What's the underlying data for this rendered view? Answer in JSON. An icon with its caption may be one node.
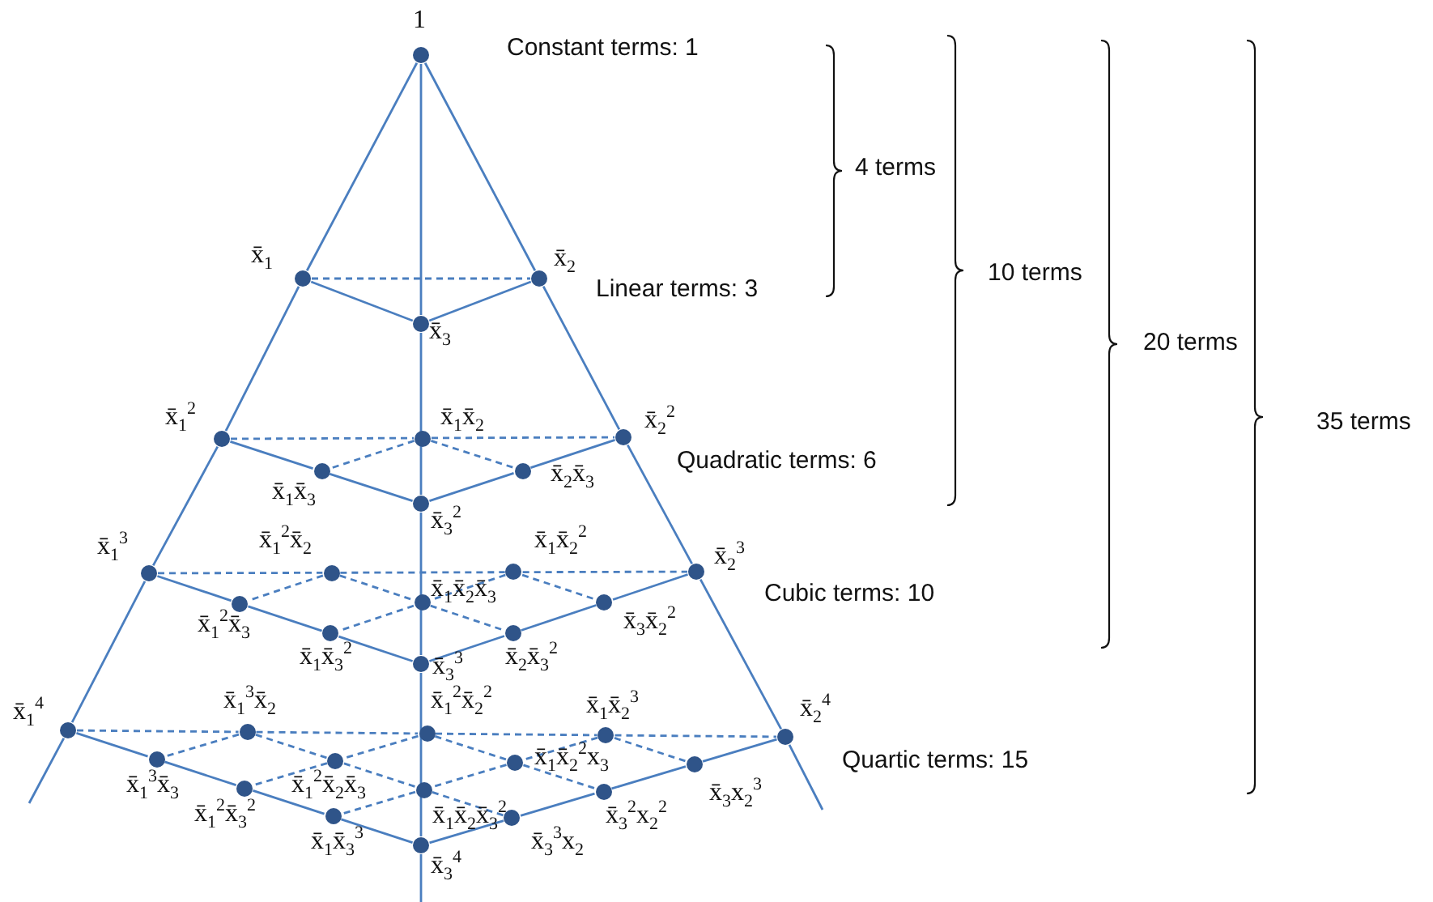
{
  "diagram": {
    "nodes": [
      {
        "text": [],
        "shape": "circle",
        "beside": [
          "1"
        ]
      },
      {
        "text": [],
        "shape": "circle",
        "beside": [
          "x̄$_{1}$"
        ]
      },
      {
        "text": [],
        "shape": "circle",
        "beside": [
          "x̄$_{2}$"
        ]
      },
      {
        "text": [],
        "shape": "circle",
        "beside": [
          "x̄$_{3}$"
        ]
      },
      {
        "text": [],
        "shape": "circle",
        "beside": [
          "x̄$_{1}$$^{2}$"
        ]
      },
      {
        "text": [],
        "shape": "circle",
        "beside": [
          "x̄$_{1}$x̄$_{2}$"
        ]
      },
      {
        "text": [],
        "shape": "circle",
        "beside": [
          "x̄$_{2}$$^{2}$"
        ]
      },
      {
        "text": [],
        "shape": "circle",
        "beside": [
          "x̄$_{1}$x̄$_{3}$"
        ]
      },
      {
        "text": [],
        "shape": "circle",
        "beside": [
          "x̄$_{2}$x̄$_{3}$"
        ]
      },
      {
        "text": [],
        "shape": "circle",
        "beside": [
          "x̄$_{3}$$^{2}$"
        ]
      },
      {
        "text": [],
        "shape": "circle",
        "beside": [
          "x̄$_{1}$$^{3}$"
        ]
      },
      {
        "text": [],
        "shape": "circle",
        "beside": [
          "x̄$_{1}$$^{2}$x̄$_{2}$"
        ]
      },
      {
        "text": [],
        "shape": "circle",
        "beside": [
          "x̄$_{1}$x̄$_{2}$$^{2}$"
        ]
      },
      {
        "text": [],
        "shape": "circle",
        "beside": [
          "x̄$_{2}$$^{3}$"
        ]
      },
      {
        "text": [],
        "shape": "circle",
        "beside": [
          "x̄$_{1}$$^{2}$x̄$_{3}$"
        ]
      },
      {
        "text": [],
        "shape": "circle",
        "beside": [
          "x̄$_{1}$x̄$_{2}$x̄$_{3}$"
        ]
      },
      {
        "text": [],
        "shape": "circle",
        "beside": [
          "x̄$_{3}$x̄$_{2}$$^{2}$"
        ]
      },
      {
        "text": [],
        "shape": "circle",
        "beside": [
          "x̄$_{1}$x̄$_{3}$$^{2}$"
        ]
      },
      {
        "text": [],
        "shape": "circle",
        "beside": [
          "x̄$_{2}$x̄$_{3}$$^{2}$"
        ]
      },
      {
        "text": [],
        "shape": "circle",
        "beside": [
          "x̄$_{3}$$^{3}$"
        ]
      },
      {
        "text": [],
        "shape": "circle",
        "beside": [
          "x̄$_{1}$$^{4}$"
        ]
      },
      {
        "text": [],
        "shape": "circle",
        "beside": [
          "x̄$_{1}$$^{3}$x̄$_{2}$"
        ]
      },
      {
        "text": [],
        "shape": "circle",
        "beside": [
          "x̄$_{1}$$^{2}$x̄$_{2}$$^{2}$"
        ]
      },
      {
        "text": [],
        "shape": "circle",
        "beside": [
          "x̄$_{1}$x̄$_{2}$$^{3}$"
        ]
      },
      {
        "text": [],
        "shape": "circle",
        "beside": [
          "x̄$_{2}$$^{4}$"
        ]
      },
      {
        "text": [],
        "shape": "circle",
        "beside": [
          "x̄$_{1}$$^{3}$x̄$_{3}$"
        ]
      },
      {
        "text": [],
        "shape": "circle",
        "beside": [
          "x̄$_{1}$$^{2}$x̄$_{2}$x̄$_{3}$"
        ]
      },
      {
        "text": [],
        "shape": "circle",
        "beside": [
          "x̄$_{1}$x̄$_{2}$$^{2}$x$_{3}$"
        ]
      },
      {
        "text": [],
        "shape": "circle",
        "beside": [
          "x̄$_{3}$x$_{2}$$^{3}$"
        ]
      },
      {
        "text": [],
        "shape": "circle",
        "beside": [
          "x̄$_{1}$$^{2}$x̄$_{3}$$^{2}$"
        ]
      },
      {
        "text": [],
        "shape": "circle",
        "beside": [
          "x̄$_{1}$x̄$_{2}$x̄$_{3}$$^{2}$"
        ]
      },
      {
        "text": [],
        "shape": "circle",
        "beside": [
          "x̄$_{3}$$^{2}$x$_{2}$$^{2}$"
        ]
      },
      {
        "text": [],
        "shape": "circle",
        "beside": [
          "x̄$_{1}$x̄$_{3}$$^{3}$"
        ]
      },
      {
        "text": [],
        "shape": "circle",
        "beside": [
          "x̄$_{3}$$^{3}$x$_{2}$"
        ]
      },
      {
        "text": [],
        "shape": "circle",
        "beside": [
          "x̄$_{3}$$^{4}$"
        ]
      }
    ],
    "edges": [
      {
        "from": 0,
        "to": 1,
        "arrow": "none"
      },
      {
        "from": 1,
        "to": 4,
        "arrow": "none"
      },
      {
        "from": 4,
        "to": 10,
        "arrow": "none"
      },
      {
        "from": 10,
        "to": 20,
        "arrow": "none"
      },
      {
        "from": 20,
        "to": null,
        "arrow": "none"
      },
      {
        "from": 0,
        "to": 2,
        "arrow": "none"
      },
      {
        "from": 2,
        "to": 6,
        "arrow": "none"
      },
      {
        "from": 6,
        "to": 13,
        "arrow": "none"
      },
      {
        "from": 13,
        "to": 24,
        "arrow": "none"
      },
      {
        "from": 24,
        "to": null,
        "arrow": "none"
      },
      {
        "from": 0,
        "to": 3,
        "arrow": "none"
      },
      {
        "from": 3,
        "to": 9,
        "arrow": "none"
      },
      {
        "from": 9,
        "to": 19,
        "arrow": "none"
      },
      {
        "from": 19,
        "to": 34,
        "arrow": "none"
      },
      {
        "from": 34,
        "to": null,
        "arrow": "none"
      },
      {
        "from": 1,
        "to": 3,
        "arrow": "none"
      },
      {
        "from": 2,
        "to": 3,
        "arrow": "none"
      },
      {
        "from": 1,
        "to": 2,
        "arrow": "none",
        "style": "dashed"
      },
      {
        "from": 4,
        "to": 7,
        "arrow": "none"
      },
      {
        "from": 7,
        "to": 9,
        "arrow": "none"
      },
      {
        "from": 6,
        "to": 8,
        "arrow": "none"
      },
      {
        "from": 8,
        "to": 9,
        "arrow": "none"
      },
      {
        "from": 4,
        "to": 5,
        "arrow": "none",
        "style": "dashed"
      },
      {
        "from": 5,
        "to": 6,
        "arrow": "none",
        "style": "dashed"
      },
      {
        "from": 5,
        "to": 8,
        "arrow": "none",
        "style": "dashed"
      },
      {
        "from": 5,
        "to": 7,
        "arrow": "none",
        "style": "dashed"
      },
      {
        "from": 10,
        "to": 14,
        "arrow": "none"
      },
      {
        "from": 14,
        "to": 17,
        "arrow": "none"
      },
      {
        "from": 17,
        "to": 19,
        "arrow": "none"
      },
      {
        "from": 13,
        "to": 16,
        "arrow": "none"
      },
      {
        "from": 16,
        "to": 18,
        "arrow": "none"
      },
      {
        "from": 18,
        "to": 19,
        "arrow": "none"
      },
      {
        "from": 10,
        "to": 11,
        "arrow": "none",
        "style": "dashed"
      },
      {
        "from": 11,
        "to": 12,
        "arrow": "none",
        "style": "dashed"
      },
      {
        "from": 12,
        "to": 13,
        "arrow": "none",
        "style": "dashed"
      },
      {
        "from": 11,
        "to": 15,
        "arrow": "none",
        "style": "dashed"
      },
      {
        "from": 15,
        "to": 18,
        "arrow": "none",
        "style": "dashed"
      },
      {
        "from": 12,
        "to": 16,
        "arrow": "none",
        "style": "dashed"
      },
      {
        "from": 12,
        "to": 15,
        "arrow": "none",
        "style": "dashed"
      },
      {
        "from": 15,
        "to": 17,
        "arrow": "none",
        "style": "dashed"
      },
      {
        "from": 11,
        "to": 14,
        "arrow": "none",
        "style": "dashed"
      },
      {
        "from": 20,
        "to": 25,
        "arrow": "none"
      },
      {
        "from": 25,
        "to": 29,
        "arrow": "none"
      },
      {
        "from": 29,
        "to": 32,
        "arrow": "none"
      },
      {
        "from": 32,
        "to": 34,
        "arrow": "none"
      },
      {
        "from": 24,
        "to": 28,
        "arrow": "none"
      },
      {
        "from": 28,
        "to": 31,
        "arrow": "none"
      },
      {
        "from": 31,
        "to": 33,
        "arrow": "none"
      },
      {
        "from": 33,
        "to": 34,
        "arrow": "none"
      },
      {
        "from": 20,
        "to": 21,
        "arrow": "none",
        "style": "dashed"
      },
      {
        "from": 21,
        "to": 22,
        "arrow": "none",
        "style": "dashed"
      },
      {
        "from": 22,
        "to": 23,
        "arrow": "none",
        "style": "dashed"
      },
      {
        "from": 23,
        "to": 24,
        "arrow": "none",
        "style": "dashed"
      },
      {
        "from": 21,
        "to": 26,
        "arrow": "none",
        "style": "dashed"
      },
      {
        "from": 26,
        "to": 30,
        "arrow": "none",
        "style": "dashed"
      },
      {
        "from": 30,
        "to": 33,
        "arrow": "none",
        "style": "dashed"
      },
      {
        "from": 22,
        "to": 27,
        "arrow": "none",
        "style": "dashed"
      },
      {
        "from": 27,
        "to": 31,
        "arrow": "none",
        "style": "dashed"
      },
      {
        "from": 23,
        "to": 28,
        "arrow": "none",
        "style": "dashed"
      },
      {
        "from": 23,
        "to": 27,
        "arrow": "none",
        "style": "dashed"
      },
      {
        "from": 27,
        "to": 30,
        "arrow": "none",
        "style": "dashed"
      },
      {
        "from": 30,
        "to": 32,
        "arrow": "none",
        "style": "dashed"
      },
      {
        "from": 22,
        "to": 26,
        "arrow": "none",
        "style": "dashed"
      },
      {
        "from": 26,
        "to": 29,
        "arrow": "none",
        "style": "dashed"
      },
      {
        "from": 21,
        "to": 25,
        "arrow": "none",
        "style": "dashed"
      }
    ],
    "labels": [
      "Constant terms: 1",
      "4 terms",
      "10 terms",
      "Linear terms: 3",
      "20 terms",
      "35 terms",
      "Quadratic terms: 6",
      "Cubic terms: 10",
      "Quartic terms: 15"
    ]
  }
}
